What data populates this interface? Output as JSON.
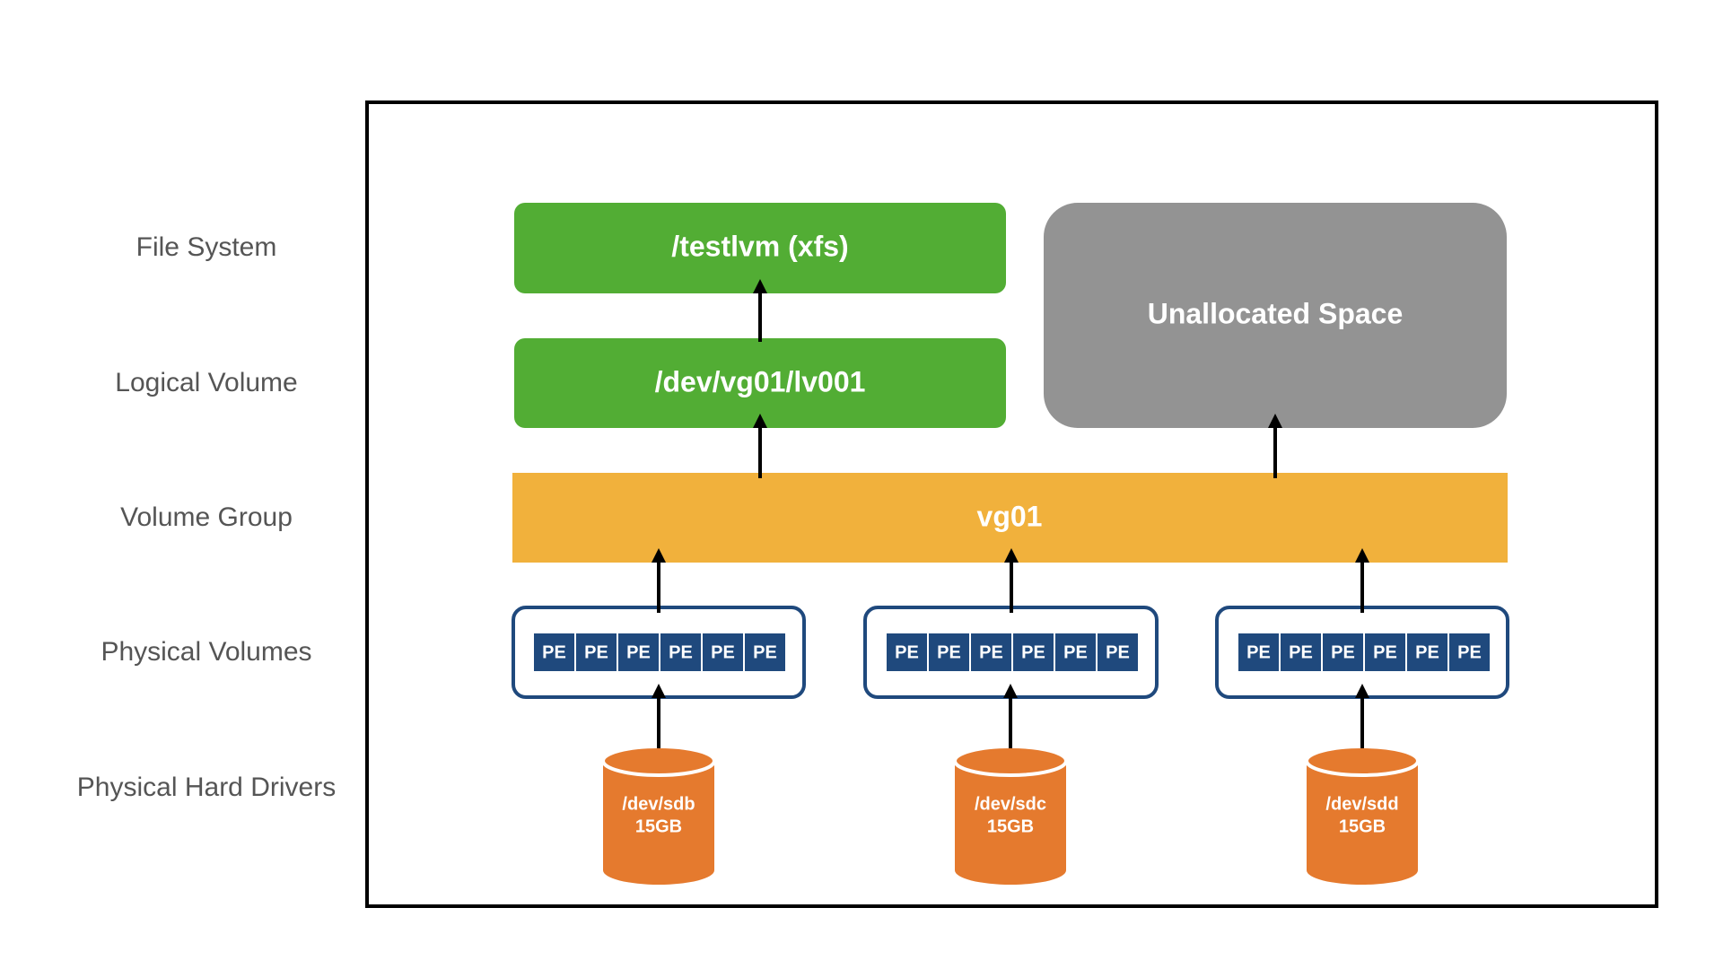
{
  "layers": [
    {
      "label": "File System"
    },
    {
      "label": "Logical Volume"
    },
    {
      "label": "Volume Group"
    },
    {
      "label": "Physical Volumes"
    },
    {
      "label": "Physical Hard Drivers"
    }
  ],
  "filesystem": {
    "label": "/testlvm (xfs)"
  },
  "logical_volume": {
    "label": "/dev/vg01/lv001"
  },
  "unallocated": {
    "label": "Unallocated Space"
  },
  "volume_group": {
    "label": "vg01"
  },
  "physical_volumes": [
    {
      "extents": [
        "PE",
        "PE",
        "PE",
        "PE",
        "PE",
        "PE"
      ]
    },
    {
      "extents": [
        "PE",
        "PE",
        "PE",
        "PE",
        "PE",
        "PE"
      ]
    },
    {
      "extents": [
        "PE",
        "PE",
        "PE",
        "PE",
        "PE",
        "PE"
      ]
    }
  ],
  "drives": [
    {
      "device": "/dev/sdb",
      "size": "15GB"
    },
    {
      "device": "/dev/sdc",
      "size": "15GB"
    },
    {
      "device": "/dev/sdd",
      "size": "15GB"
    }
  ],
  "colors": {
    "filesystem": "#52ad34",
    "logical_volume": "#52ad34",
    "unallocated": "#939393",
    "volume_group": "#f1b13c",
    "pv_border": "#1f497d",
    "pe_fill": "#1f497d",
    "drive": "#e57a2e",
    "arrow": "#000000",
    "frame": "#000000",
    "layer_text": "#555555"
  }
}
